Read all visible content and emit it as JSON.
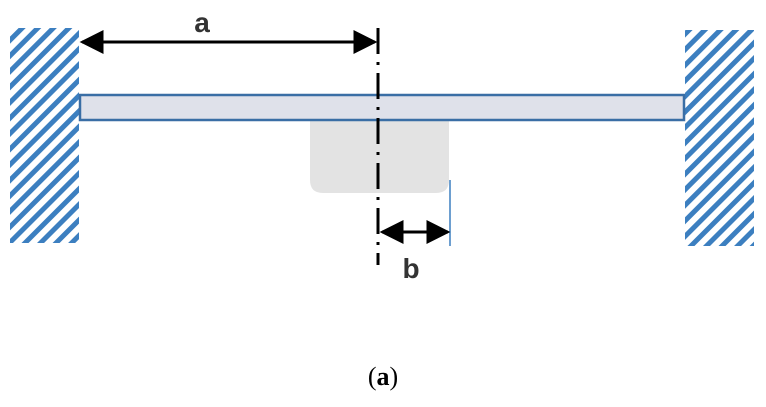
{
  "diagram": {
    "dimension_a": "a",
    "dimension_b": "b",
    "caption": {
      "open": "(",
      "letter": "a",
      "close": ")"
    }
  },
  "colors": {
    "hatch": "#3c7fc0",
    "beam_fill": "#dfe1ea",
    "beam_stroke": "#3a6ea5",
    "block_fill": "#e3e3e3",
    "dimension": "#000000"
  }
}
